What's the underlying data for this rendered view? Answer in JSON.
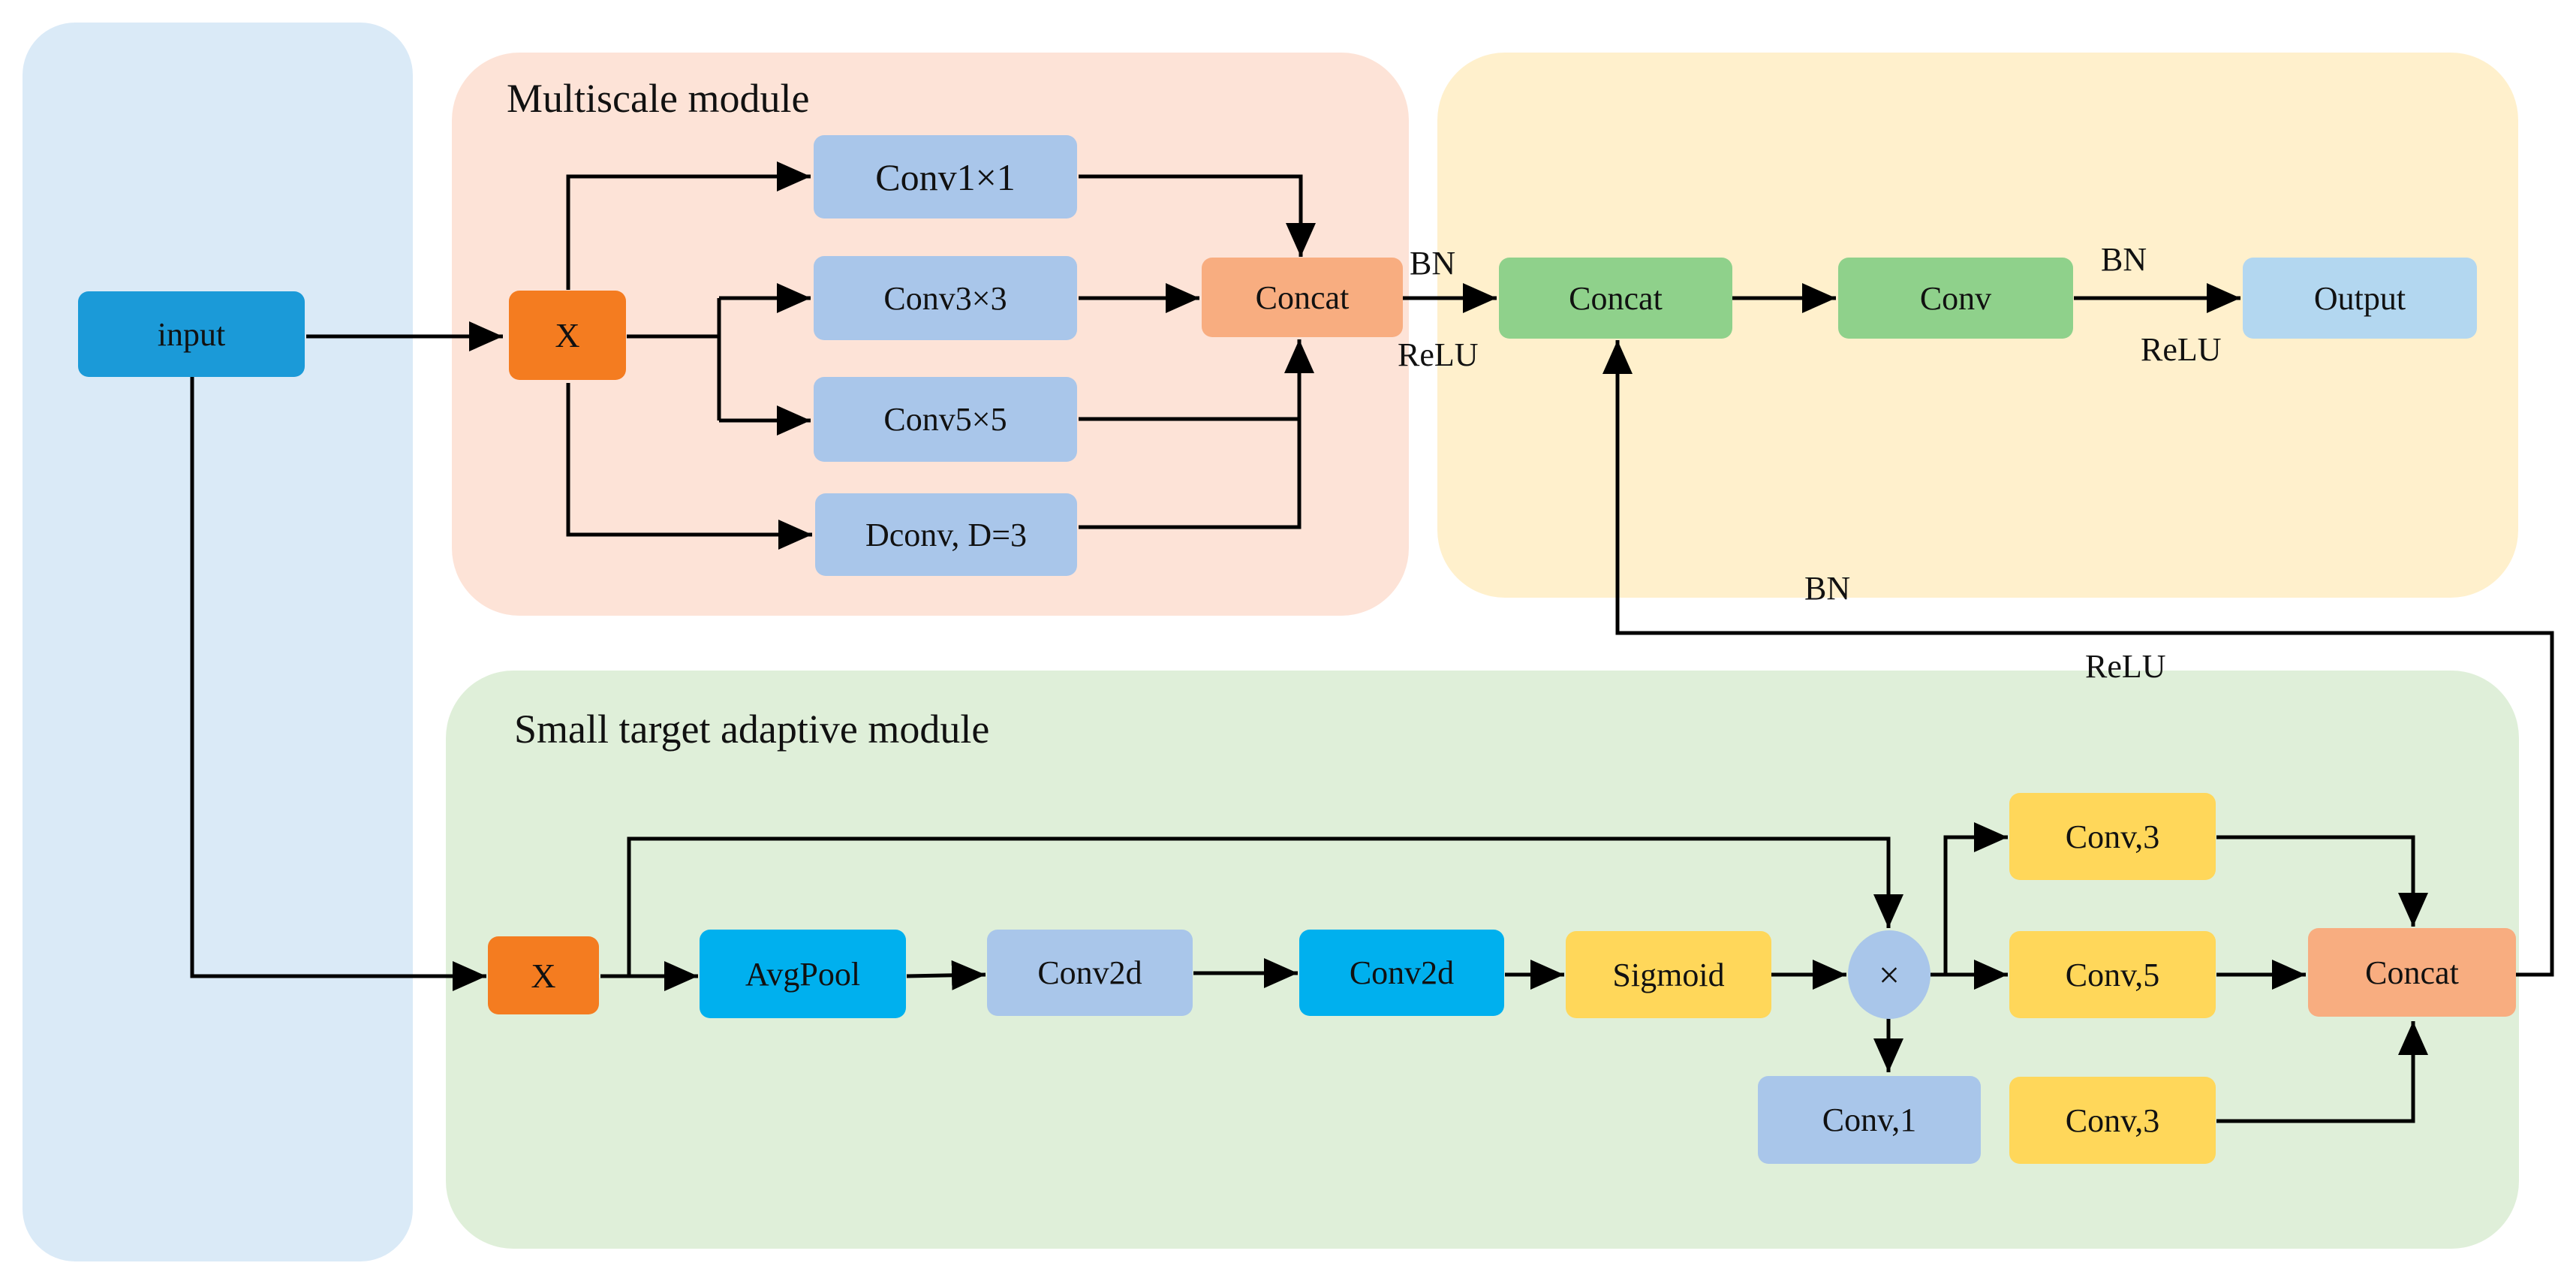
{
  "colors": {
    "input_panel": "#daeaf7",
    "multiscale_panel": "#fde3d7",
    "fusion_panel": "#fff0cc",
    "adaptive_panel": "#dfefd9",
    "node_blue_dark": "#1b9ad8",
    "node_orange": "#f47c20",
    "node_lightblue": "#a9c6ea",
    "node_salmon": "#f8ad80",
    "node_green": "#8fd18b",
    "node_skyblue": "#b3d7f0",
    "node_cyan": "#00b0ee",
    "node_yellow": "#ffd75a",
    "wire": "#000000"
  },
  "diagram": {
    "multiscale_title": "Multiscale module",
    "adaptive_title": "Small target adaptive module",
    "nodes": {
      "input": "input",
      "ms_x": "X",
      "ms_conv1": "Conv1×1",
      "ms_conv3": "Conv3×3",
      "ms_conv5": "Conv5×5",
      "ms_dconv": "Dconv,  D=3",
      "ms_concat": "Concat",
      "fu_concat": "Concat",
      "fu_conv": "Conv",
      "fu_output": "Output",
      "sa_x": "X",
      "sa_avgpool": "AvgPool",
      "sa_conv2d_a": "Conv2d",
      "sa_conv2d_b": "Conv2d",
      "sa_sigmoid": "Sigmoid",
      "sa_mult": "×",
      "sa_conv1": "Conv,1",
      "sa_conv3_top": "Conv,3",
      "sa_conv5": "Conv,5",
      "sa_conv3_bottom": "Conv,3",
      "sa_concat": "Concat"
    },
    "edge_labels": {
      "bn_1": "BN",
      "relu_1": "ReLU",
      "bn_2": "BN",
      "relu_2": "ReLU",
      "bn_3": "BN",
      "relu_3": "ReLU"
    }
  }
}
